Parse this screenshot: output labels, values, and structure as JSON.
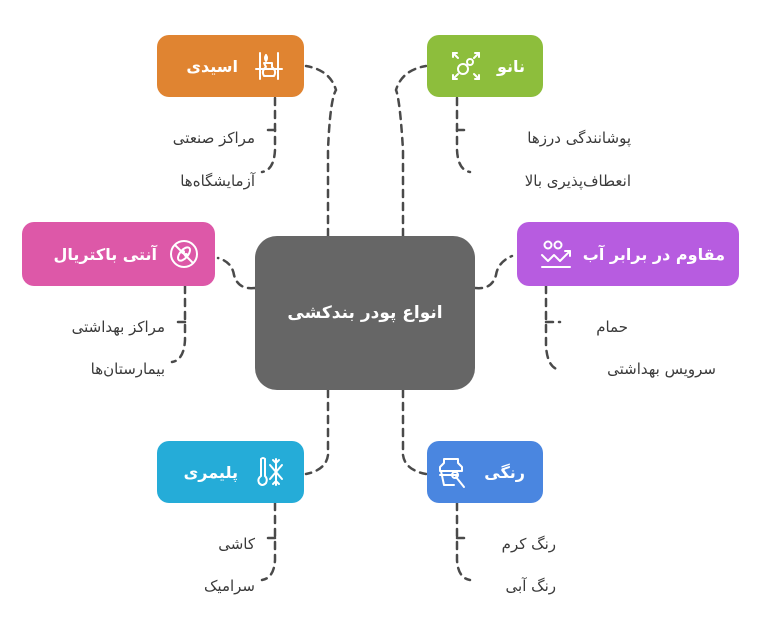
{
  "center": {
    "label": "انواع پودر بندکشی",
    "color": "#666666"
  },
  "branches": [
    {
      "id": "acidic",
      "label": "اسیدی",
      "icon": "flask-burner-icon",
      "color": "#E08431",
      "items": [
        "مراکز صنعتی",
        "آزمایشگاه‌ها"
      ]
    },
    {
      "id": "nano",
      "label": "نانو",
      "icon": "nano-molecule-expand-icon",
      "color": "#8DBE3C",
      "items": [
        "پوشانندگی درزها",
        "انعطاف‌پذیری بالا"
      ]
    },
    {
      "id": "antibacterial",
      "label": "آنتی باکتریال",
      "icon": "no-bacteria-icon",
      "color": "#DD58A8",
      "items": [
        "مراکز بهداشتی",
        "بیمارستان‌ها"
      ]
    },
    {
      "id": "waterproof",
      "label": "مقاوم در برابر آب",
      "icon": "water-drops-waves-icon",
      "color": "#B75CE0",
      "items": [
        "حمام",
        "سرویس بهداشتی"
      ]
    },
    {
      "id": "polymer",
      "label": "پلیمری",
      "icon": "thermometer-snowflake-icon",
      "color": "#25ACD8",
      "items": [
        "کاشی",
        "سرامیک"
      ]
    },
    {
      "id": "colored",
      "label": "رنگی",
      "icon": "paint-jar-brush-icon",
      "color": "#4A86E0",
      "items": [
        "رنگ کرم",
        "رنگ آبی"
      ]
    }
  ],
  "connector_color": "#4a4a4a"
}
